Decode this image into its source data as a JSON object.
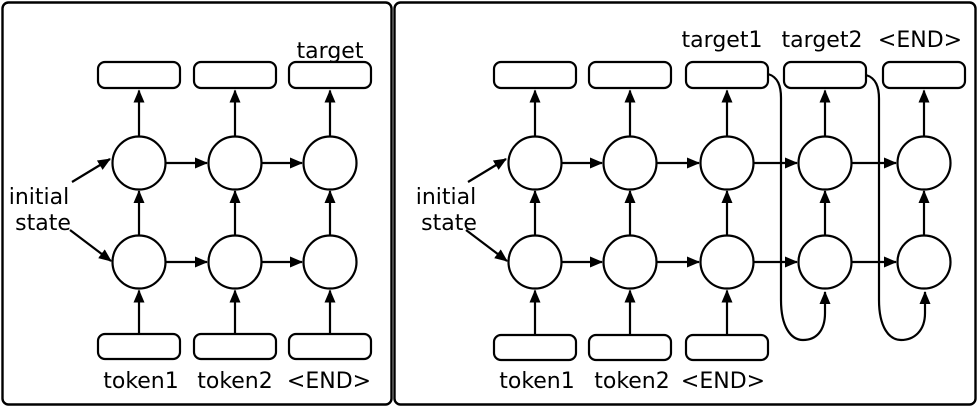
{
  "diagram": {
    "colors": {
      "line": "#000000",
      "background": "#ffffff"
    },
    "left_panel": {
      "target_label": "target",
      "token_labels": [
        "token1",
        "token2",
        "<END>"
      ],
      "initial_state_lines": [
        "initial",
        "state"
      ]
    },
    "right_panel": {
      "target_labels": [
        "target1",
        "target2",
        "<END>"
      ],
      "token_labels": [
        "token1",
        "token2",
        "<END>"
      ],
      "initial_state_lines": [
        "initial",
        "state"
      ]
    }
  }
}
